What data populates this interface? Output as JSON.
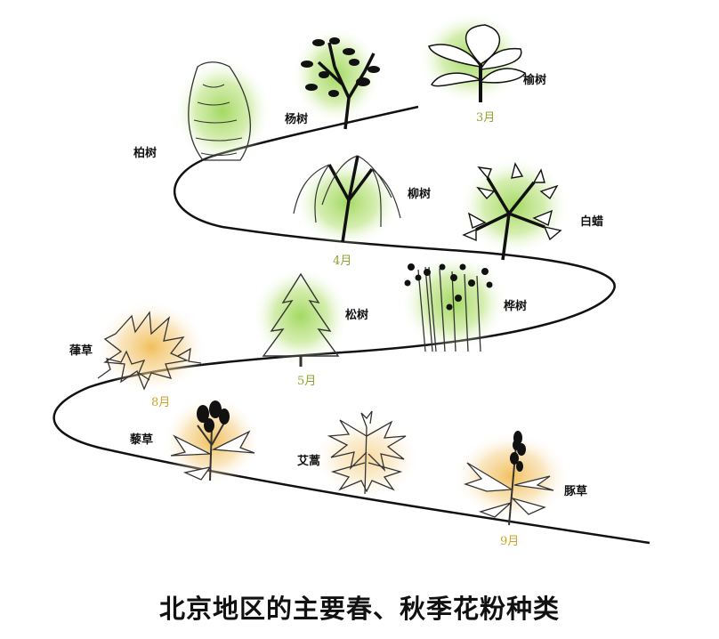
{
  "title": "北京地区的主要春、秋季花粉种类",
  "months": {
    "m3": "3月",
    "m4": "4月",
    "m5": "5月",
    "m8": "8月",
    "m9": "9月"
  },
  "plants": {
    "bai_shu": "柏树",
    "yang_shu": "杨树",
    "yu_shu": "榆树",
    "liu_shu": "柳树",
    "bai_la": "白蜡",
    "song_shu": "松树",
    "hua_shu": "桦树",
    "lv_cao": "葎草",
    "li_cao": "藜草",
    "ai_hao": "艾蒿",
    "tun_cao": "豚草"
  },
  "colors": {
    "spring_glow": "#9ed65a",
    "autumn_glow": "#f0b84a",
    "spring_month": "#8aa52a",
    "autumn_month": "#c9a227",
    "line": "#111111"
  }
}
